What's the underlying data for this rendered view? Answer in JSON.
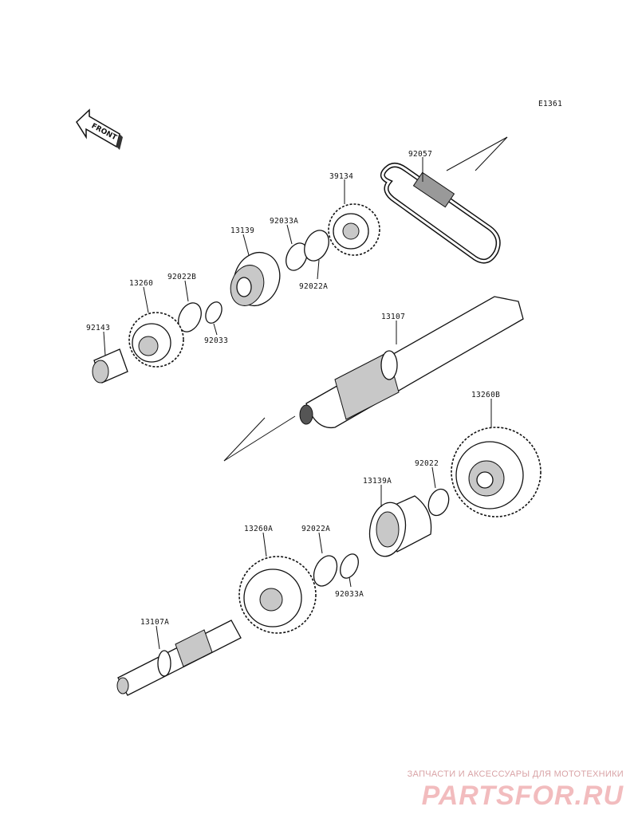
{
  "diagram": {
    "code": "E1361",
    "front_label": "FRONT",
    "parts": [
      {
        "id": "92057"
      },
      {
        "id": "39134"
      },
      {
        "id": "92033A"
      },
      {
        "id": "13139"
      },
      {
        "id": "92022B"
      },
      {
        "id": "13260"
      },
      {
        "id": "92022A"
      },
      {
        "id": "92143"
      },
      {
        "id": "92033"
      },
      {
        "id": "13107"
      },
      {
        "id": "13260B"
      },
      {
        "id": "92022"
      },
      {
        "id": "13139A"
      },
      {
        "id": "13260A"
      },
      {
        "id": "92022A"
      },
      {
        "id": "92033A"
      },
      {
        "id": "13107A"
      }
    ]
  },
  "watermark": {
    "caption": "ЗАПЧАСТИ И АКСЕССУАРЫ ДЛЯ МОТОТЕХНИКИ",
    "logo": "PARTSFOR.RU",
    "color": "#f2bcbe"
  }
}
